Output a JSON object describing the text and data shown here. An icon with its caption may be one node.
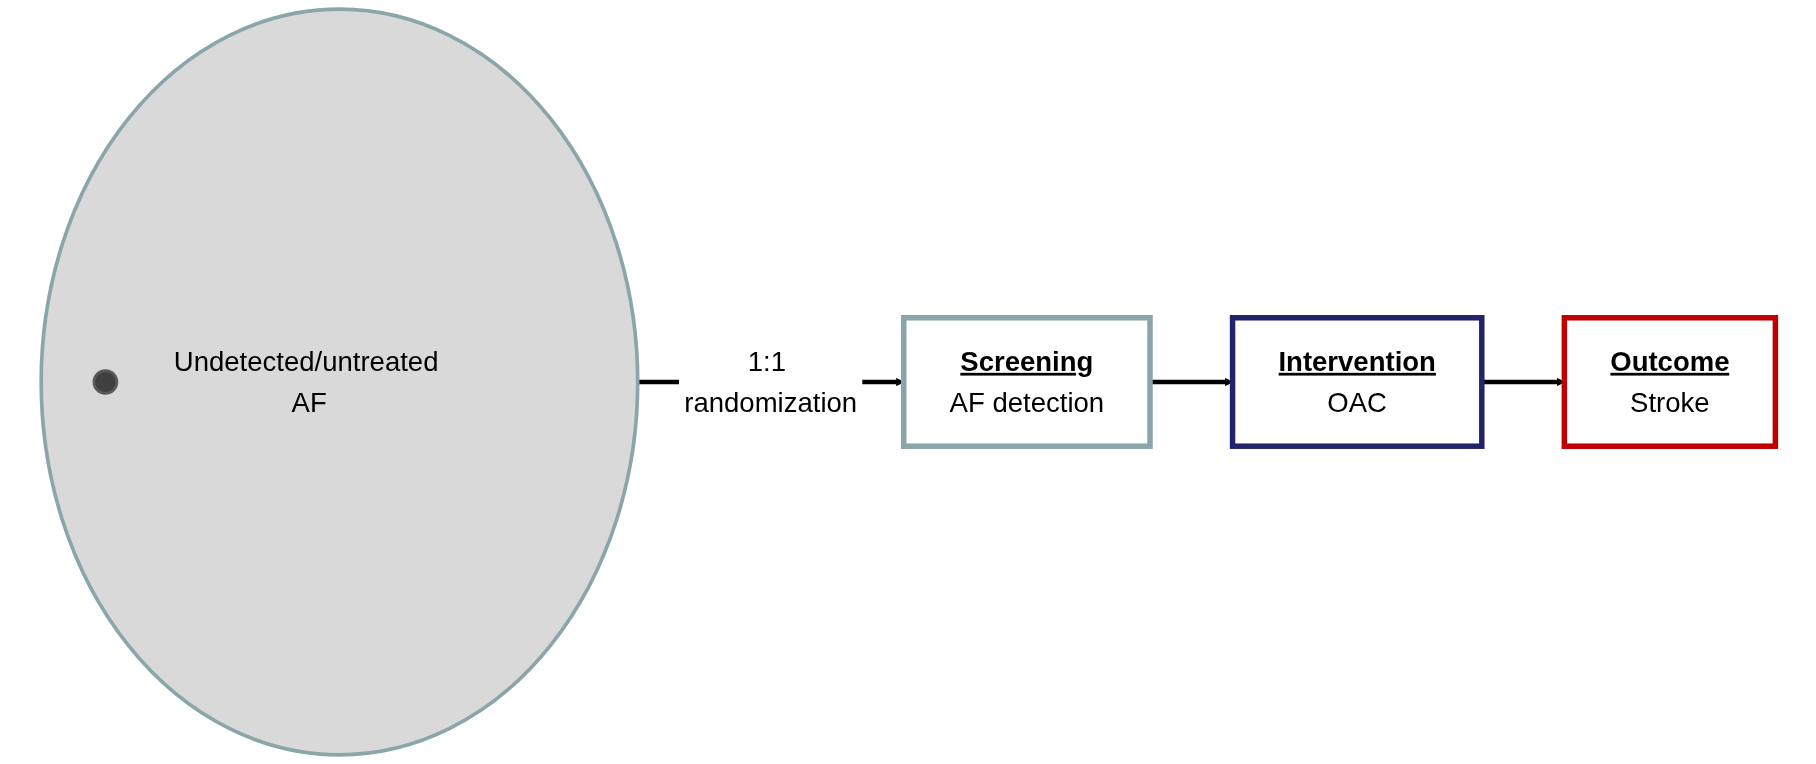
{
  "diagram": {
    "nodes": [
      {
        "text": [],
        "shape": "circle"
      },
      {
        "text": [],
        "shape": "circle",
        "in": 0,
        "beside": [
          "Undetected/untreated AF"
        ]
      },
      {
        "text": [
          "Screening",
          "AF detection"
        ]
      },
      {
        "text": [
          "Intervention",
          "OAC"
        ]
      },
      {
        "text": [
          "Outcome",
          "Stroke"
        ]
      }
    ],
    "edges": [
      {
        "from": 0,
        "to": 2,
        "arrow": "to",
        "label": "1:1 randomization"
      },
      {
        "from": 2,
        "to": 3,
        "arrow": "to"
      },
      {
        "from": 3,
        "to": 4,
        "arrow": "to"
      }
    ]
  }
}
